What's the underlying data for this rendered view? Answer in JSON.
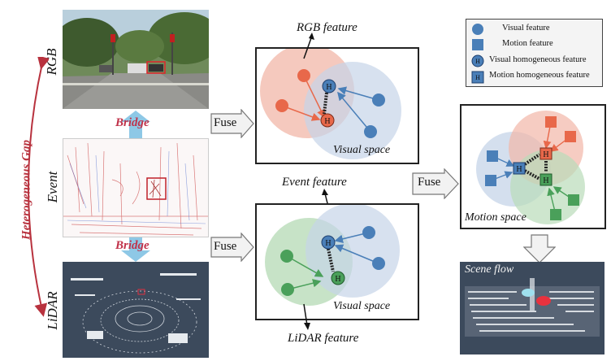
{
  "side_labels": {
    "rgb": "RGB",
    "event": "Event",
    "lidar": "LiDAR",
    "gap": "Heterogeneous Gap"
  },
  "bridge_label": "Bridge",
  "fuse_label": "Fuse",
  "feature_labels": {
    "rgb": "RGB feature",
    "event": "Event feature",
    "lidar": "LiDAR feature"
  },
  "space_labels": {
    "visual": "Visual space",
    "motion": "Motion space",
    "scene_flow": "Scene flow"
  },
  "node_letter": "H",
  "legend": {
    "visual_feature": "Visual feature",
    "motion_feature": "Motion feature",
    "visual_homogeneous": "Visual homogeneous feature",
    "motion_homogeneous": "Motion homogeneous feature"
  },
  "colors": {
    "visual_blue": "#4a7fb8",
    "rgb_red": "#e8684a",
    "lidar_green": "#4aa05a",
    "bridge_red": "#c0324a",
    "bridge_arrow": "#8ec8e6"
  }
}
